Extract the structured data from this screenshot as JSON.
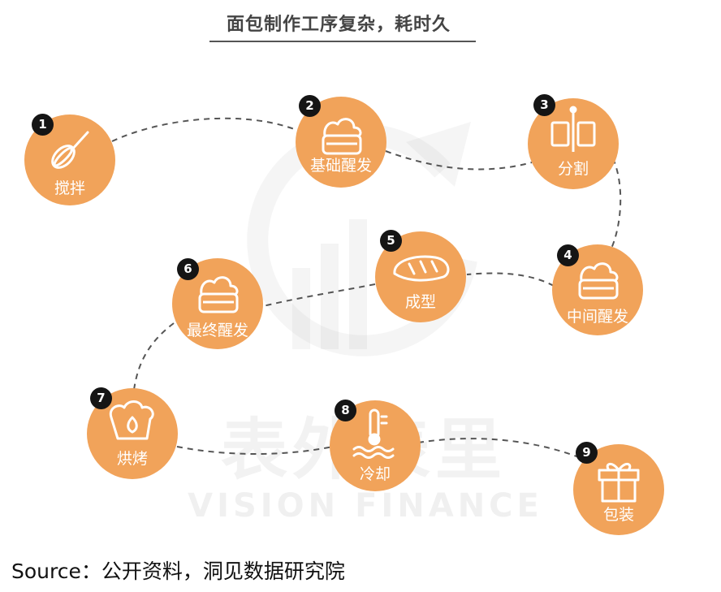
{
  "title": "面包制作工序复杂，耗时久",
  "source": "Source：公开资料，洞见数据研究院",
  "watermark": {
    "cn": "表外表里",
    "en": "VISION FINANCE"
  },
  "colors": {
    "circle": "#f1a35a",
    "badge": "#151515",
    "line": "#555555"
  },
  "steps": [
    {
      "num": "1",
      "label": "搅拌",
      "icon": "whisk-icon"
    },
    {
      "num": "2",
      "label": "基础醒发",
      "icon": "dough-bowl-icon"
    },
    {
      "num": "3",
      "label": "分割",
      "icon": "divide-icon"
    },
    {
      "num": "4",
      "label": "中间醒发",
      "icon": "dough-bowl-icon"
    },
    {
      "num": "5",
      "label": "成型",
      "icon": "bread-loaf-icon"
    },
    {
      "num": "6",
      "label": "最终醒发",
      "icon": "dough-bowl-icon"
    },
    {
      "num": "7",
      "label": "烘烤",
      "icon": "oven-flame-icon"
    },
    {
      "num": "8",
      "label": "冷却",
      "icon": "thermometer-icon"
    },
    {
      "num": "9",
      "label": "包装",
      "icon": "gift-box-icon"
    }
  ]
}
